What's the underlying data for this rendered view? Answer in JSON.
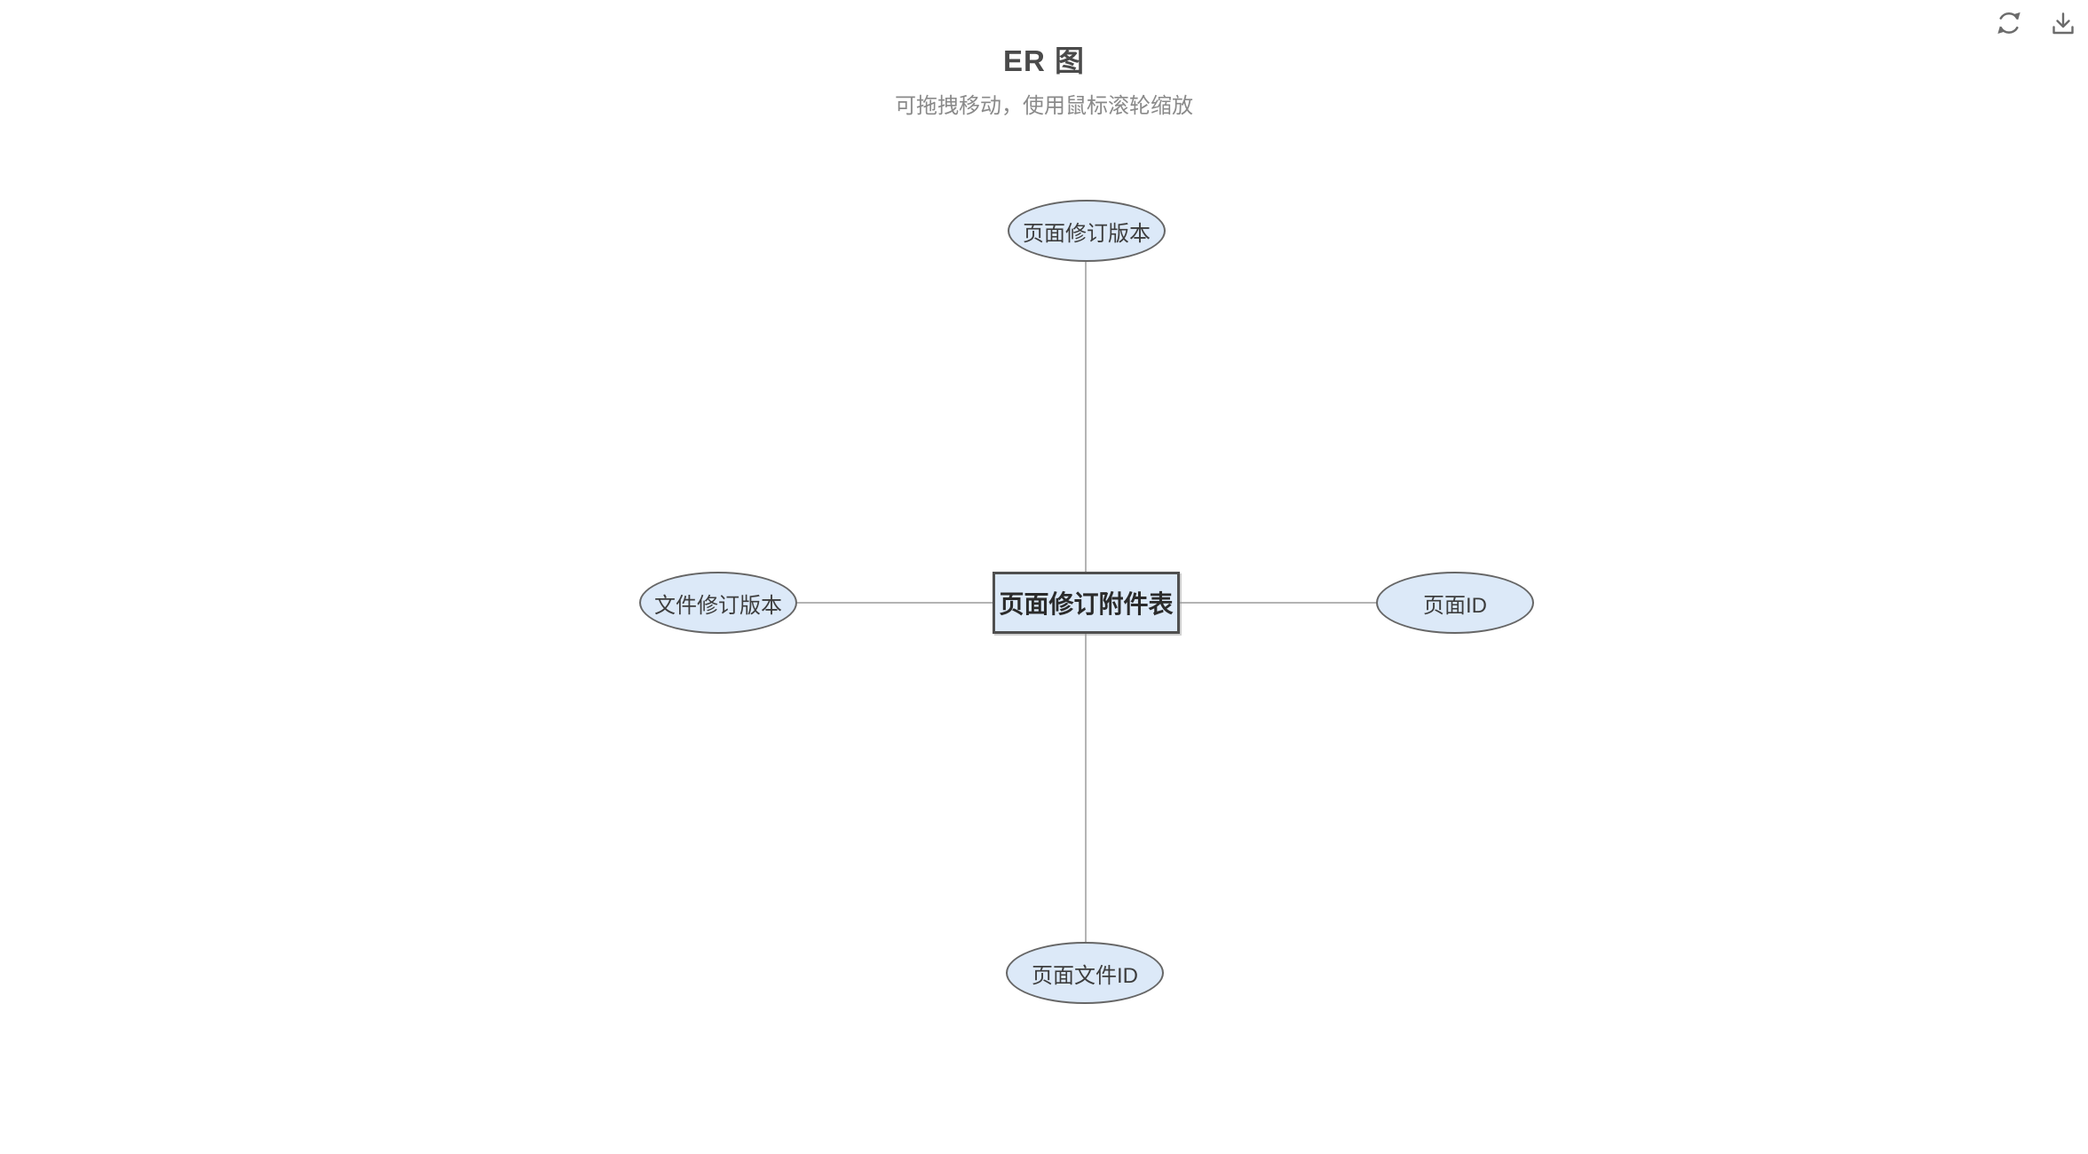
{
  "header": {
    "title": "ER 图",
    "subtitle": "可拖拽移动，使用鼠标滚轮缩放"
  },
  "toolbar": {
    "icons": [
      {
        "name": "refresh"
      },
      {
        "name": "download"
      }
    ]
  },
  "colors": {
    "node_fill": "#dce9f8",
    "node_border": "#666666",
    "entity_border": "#4f4f4f",
    "connector": "#b4b4b4",
    "title_text": "#4a4a4a",
    "subtitle_text": "#8a8a8a",
    "node_text": "#3d3d3d",
    "entity_text": "#2b2b2b",
    "icon": "#6b6b6b"
  },
  "diagram": {
    "entity": {
      "label": "页面修订附件表"
    },
    "attributes": [
      {
        "label": "页面修订版本",
        "position": "top"
      },
      {
        "label": "文件修订版本",
        "position": "left"
      },
      {
        "label": "页面ID",
        "position": "right"
      },
      {
        "label": "页面文件ID",
        "position": "bottom"
      }
    ]
  }
}
